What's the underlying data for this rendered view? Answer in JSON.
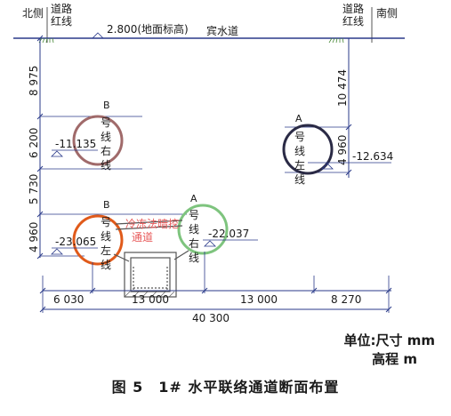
{
  "colors": {
    "dim_line": "#2a3a8a",
    "structure": "#555555",
    "tunnel_b_upper": "#a06a6a",
    "tunnel_a_upper": "#2a2a45",
    "tunnel_b_lower": "#e05a1a",
    "tunnel_a_lower": "#7ec47e",
    "label_red": "#e85a5a",
    "label_brown": "#8a5a30",
    "grass": "#4a8a3a"
  },
  "labels": {
    "north_side": "北侧",
    "south_side": "南侧",
    "road_red_line": "道路\n红线",
    "ground_elevation": "2.800(地面标高)",
    "road_name": "宾水道",
    "tunnel_b_upper_name": "B",
    "tunnel_b_upper_line": "号\n线\n右\n线",
    "tunnel_b_upper_elev": "-11.135",
    "tunnel_a_upper_name": "A",
    "tunnel_a_upper_line": "号\n线\n左\n线",
    "tunnel_a_upper_elev": "-12.634",
    "tunnel_b_lower_name": "B",
    "tunnel_b_lower_line": "号\n线\n左\n线",
    "tunnel_b_lower_elev": "-23.065",
    "tunnel_a_lower_name": "A",
    "tunnel_a_lower_line": "号\n线\n右\n线",
    "tunnel_a_lower_elev": "-22.037",
    "passage_label": "冷冻法暗挖\n通道"
  },
  "dimensions": {
    "left_vertical": [
      "8 975",
      "6 200",
      "5 730",
      "4 960"
    ],
    "right_vertical": [
      "10 474",
      "4 960"
    ],
    "bottom_segments": [
      "6 030",
      "13 000",
      "13 000",
      "8 270"
    ],
    "bottom_total": "40 300"
  },
  "units": {
    "line1": "单位:尺寸 mm",
    "line2": "高程 m"
  },
  "caption": "图 5　1# 水平联络通道断面布置"
}
